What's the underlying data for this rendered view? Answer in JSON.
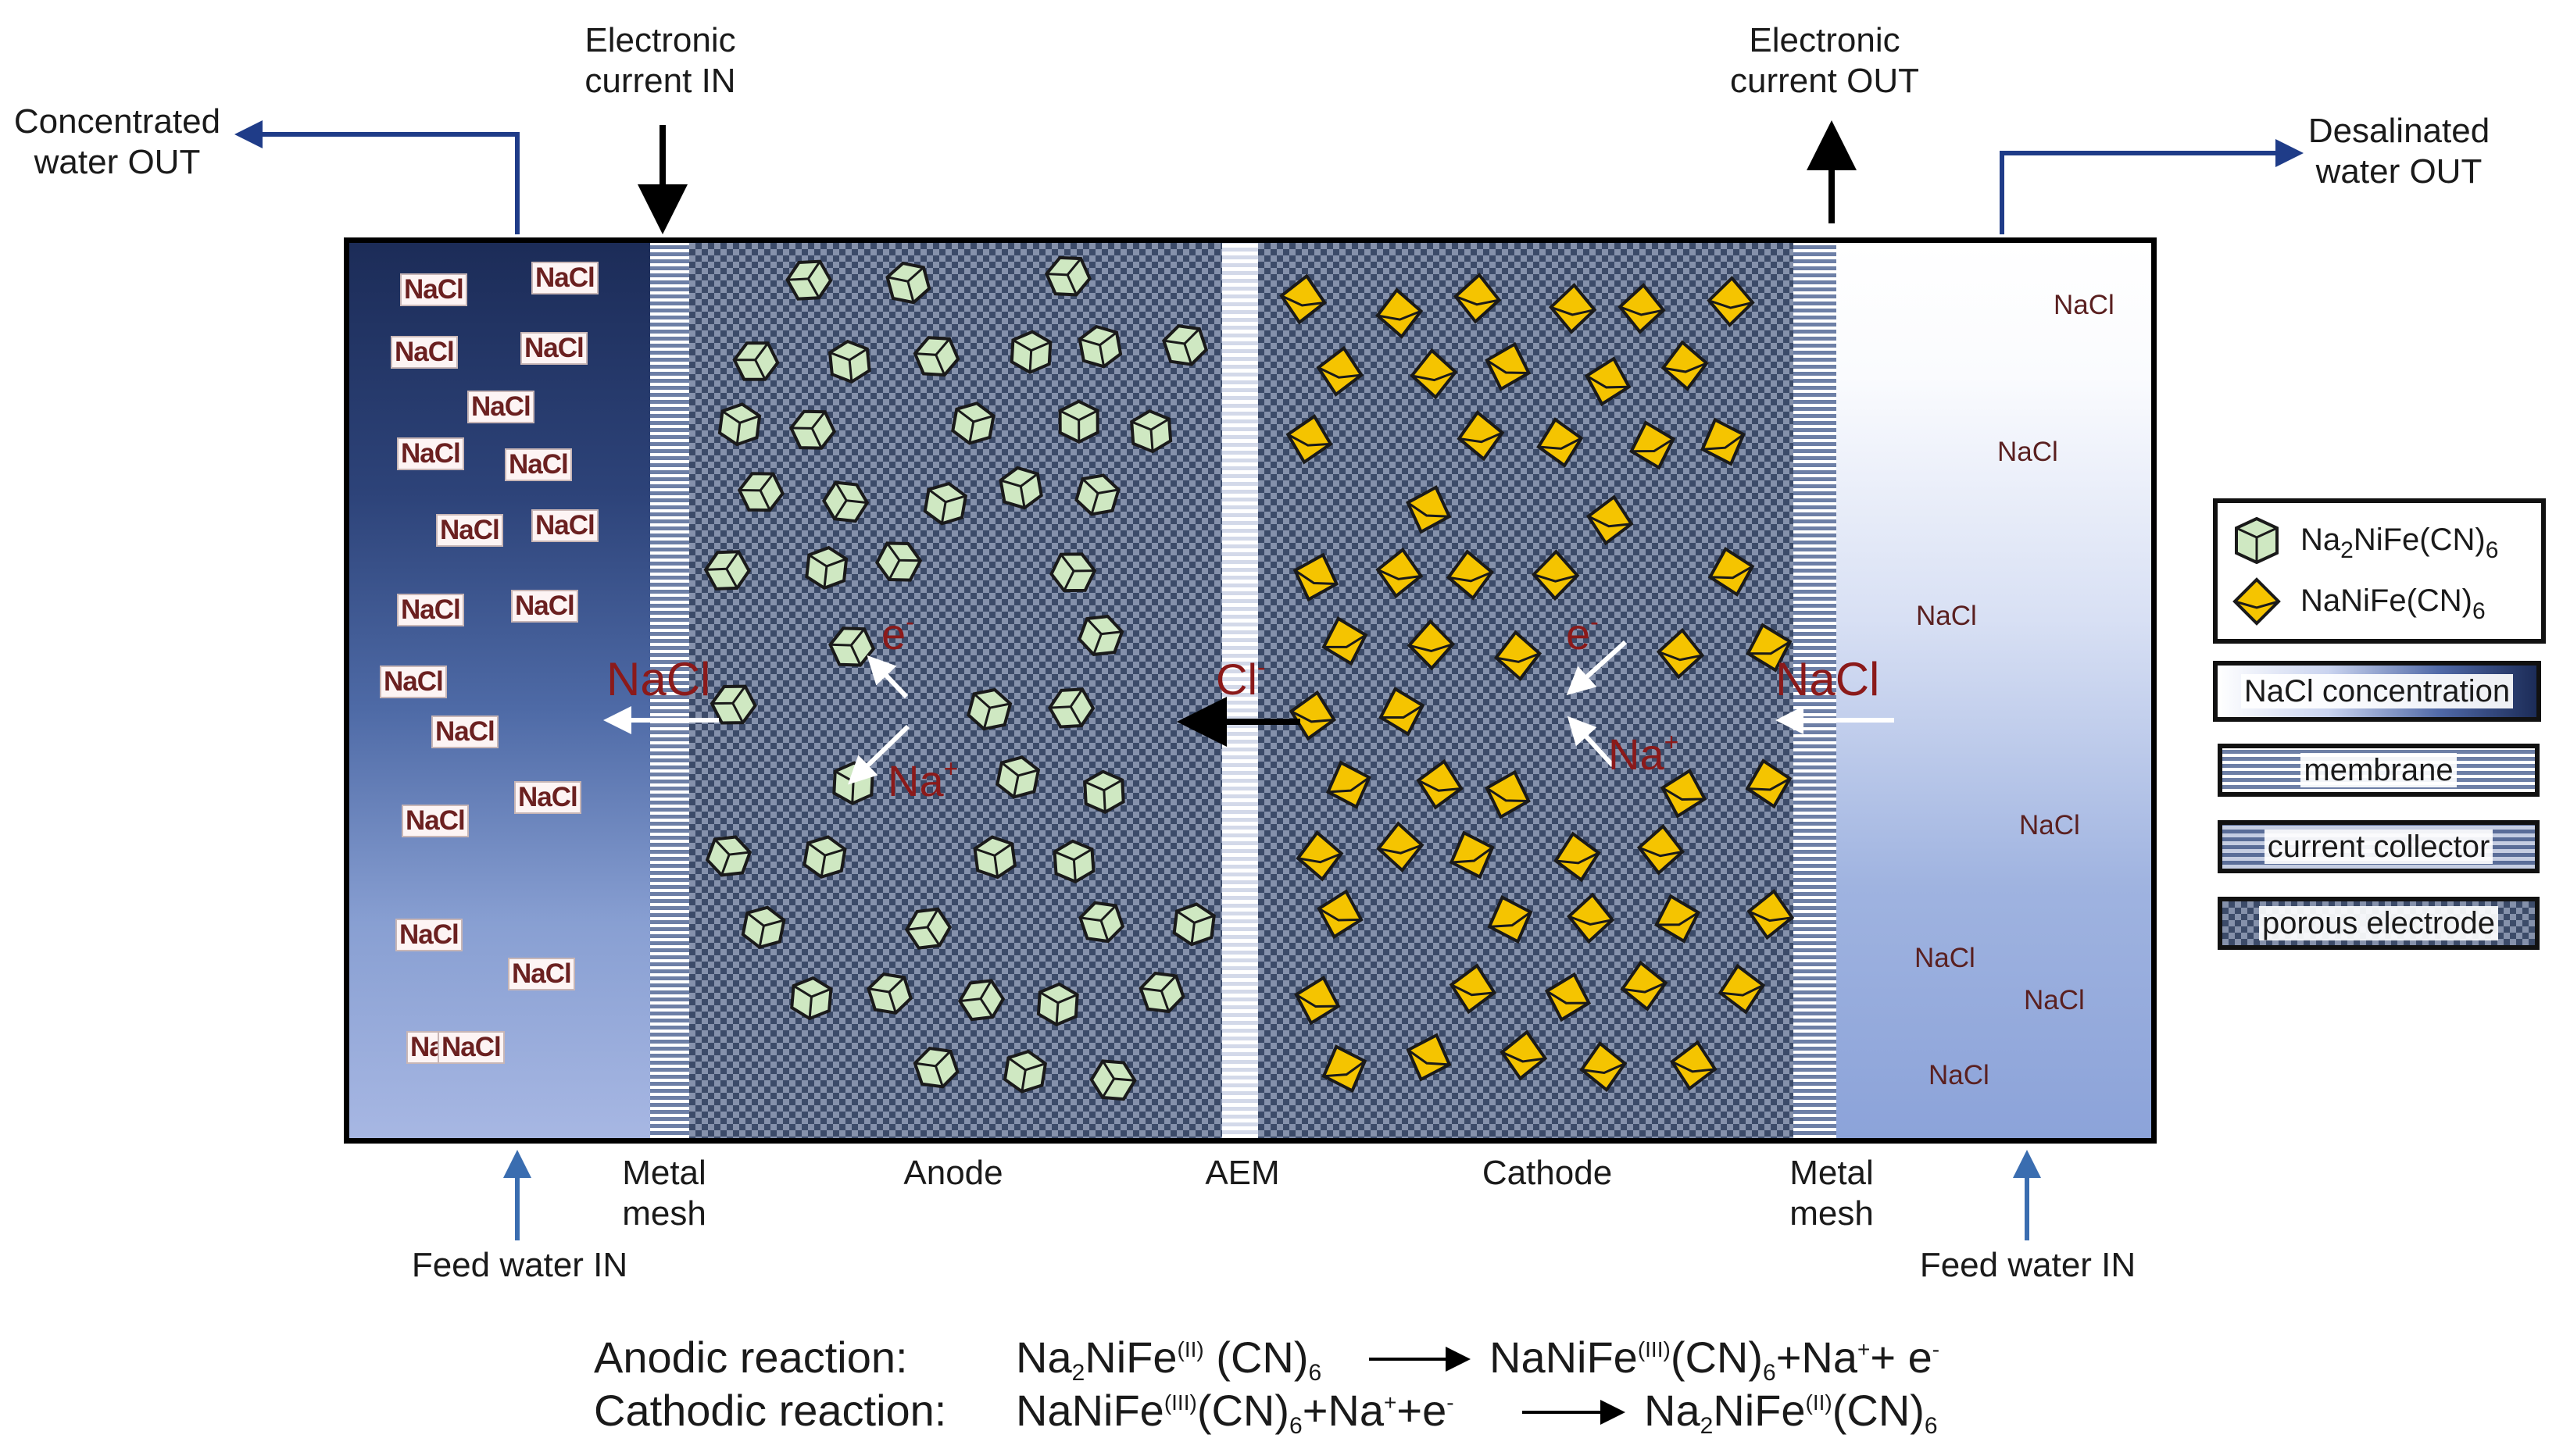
{
  "top_labels": {
    "concentrated_out": [
      "Concentrated",
      "water OUT"
    ],
    "current_in": [
      "Electronic",
      "current IN"
    ],
    "current_out": [
      "Electronic",
      "current OUT"
    ],
    "desalinated_out": [
      "Desalinated",
      "water OUT"
    ]
  },
  "bottom_labels": {
    "feed_left": "Feed water IN",
    "metal_mesh_left": [
      "Metal",
      "mesh"
    ],
    "anode": "Anode",
    "aem": "AEM",
    "cathode": "Cathode",
    "metal_mesh_right": [
      "Metal",
      "mesh"
    ],
    "feed_right": "Feed water IN"
  },
  "concentrated_channel_salt": [
    "NaCl",
    "NaCl",
    "NaCl",
    "NaCl",
    "NaCl",
    "NaCl",
    "NaCl",
    "NaCl",
    "NaCl",
    "NaCl",
    "NaCl",
    "NaCl",
    "NaCl",
    "NaCl",
    "NaCl",
    "NaCl",
    "NaCl",
    "NaCl",
    "NaCl"
  ],
  "desalinated_channel_salt": [
    "NaCl",
    "NaCl",
    "NaCl",
    "NaCl",
    "NaCl",
    "NaCl",
    "NaCl"
  ],
  "ion_flow": {
    "nacl_left": "NaCl",
    "nacl_right": "NaCl",
    "chloride": "Cl",
    "chloride_charge": "-",
    "electron_anode": "e",
    "electron_anode_charge": "-",
    "sodium_anode": "Na",
    "sodium_anode_charge": "+",
    "electron_cathode": "e",
    "electron_cathode_charge": "-",
    "sodium_cathode": "Na",
    "sodium_cathode_charge": "+"
  },
  "legend": {
    "green_crystal": {
      "name": "Na",
      "sub1": "2",
      "mid": "NiFe(CN)",
      "sub2": "6",
      "color": "#cfe8c2"
    },
    "gold_crystal": {
      "name": "NaNiFe(CN)",
      "sub": "6",
      "color": "#f5c400"
    },
    "nacl_concentration": "NaCl concentration",
    "membrane": "membrane",
    "current_collector": "current collector",
    "porous_electrode": "porous electrode"
  },
  "reactions": {
    "anodic_label": "Anodic reaction:",
    "cathodic_label": "Cathodic reaction:",
    "anodic_lhs": {
      "a": "Na",
      "sub1": "2",
      "b": "NiFe",
      "sup": "(II)",
      "c": " (CN)",
      "sub2": "6"
    },
    "anodic_rhs": {
      "a": "NaNiFe",
      "sup": "(III)",
      "b": "(CN)",
      "sub": "6",
      "c": "+Na",
      "sup2": "+",
      "d": "+ e",
      "sup3": "-"
    },
    "cathodic_lhs": {
      "a": "NaNiFe",
      "sup": "(III)",
      "b": "(CN)",
      "sub": "6",
      "c": "+Na",
      "sup2": "+",
      "d": "+e",
      "sup3": "-"
    },
    "cathodic_rhs": {
      "a": "Na",
      "sub1": "2",
      "b": "NiFe",
      "sup": "(II)",
      "c": "(CN)",
      "sub2": "6"
    }
  },
  "colors": {
    "arrow_blue": "#1f3c88",
    "feed_arrow_blue": "#3a6db0",
    "ion_red": "#8b1a1a",
    "green_crystal": "#cfe8c2",
    "gold_crystal": "#f5c400"
  }
}
